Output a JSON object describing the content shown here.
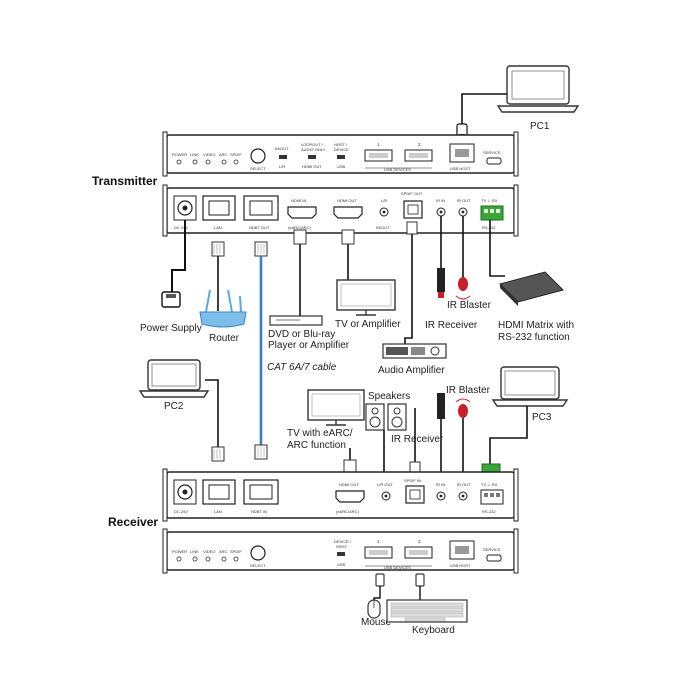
{
  "sections": {
    "transmitter": "Transmitter",
    "receiver": "Receiver"
  },
  "front_leds": [
    "POWER",
    "LINK",
    "VIDEO",
    "ARC",
    "SPDIF"
  ],
  "select": "SELECT",
  "tx_front": {
    "in_out": "IN/OUT",
    "lr": "L/R",
    "loopout": "LOOPOUT /",
    "audio_only": "AUDIO ONLY",
    "hdmi_out": "HDMI OUT",
    "host_device": "HOST /",
    "device": "DEVICE",
    "usb": "USB",
    "usb_devices": "USB DEVICES",
    "usb_host": "USB HOST",
    "service": "SERVICE",
    "port_1": "1",
    "port_2": "2"
  },
  "tx_rear": {
    "dc": "DC 24V",
    "lan": "LAN",
    "hdbt_out": "HDBT OUT",
    "hdmi_in": "HDMI IN",
    "earc": "(eARC/ARC)",
    "hdmi_out": "HDMI OUT",
    "lr": "L/R",
    "in_out": "IN/OUT",
    "spdif_out": "SPDIF OUT",
    "ir_in": "IR IN",
    "ir_out": "IR OUT",
    "tx_rx": "TX ⊥ RX",
    "rs232": "RS-232"
  },
  "rx_rear": {
    "dc": "DC 24V",
    "lan": "LAN",
    "hdbt_in": "HDBT IN",
    "hdmi_out": "HDMI OUT",
    "earc": "(eARC/ARC)",
    "lr_out": "L/R OUT",
    "spdif_in": "SPDIF IN",
    "ir_in": "IR IN",
    "ir_out": "IR OUT",
    "tx_rx": "TX ⊥ RX",
    "rs232": "RS-232"
  },
  "rx_front": {
    "device_host": "DEVICE /",
    "host": "HOST",
    "usb": "USB",
    "usb_devices": "USB DEVICES",
    "usb_host": "USB HOST",
    "service": "SERVICE",
    "port_1": "1",
    "port_2": "2"
  },
  "devices": {
    "pc1": "PC1",
    "pc2": "PC2",
    "pc3": "PC3",
    "power_supply": "Power Supply",
    "router": "Router",
    "dvd_line1": "DVD or Blu-ray",
    "dvd_line2": "Player or Amplifier",
    "tv_amp": "TV or Amplifier",
    "ir_receiver_tx": "IR Receiver",
    "ir_blaster_tx": "IR Blaster",
    "hdmi_matrix_line1": "HDMI Matrix with",
    "hdmi_matrix_line2": "RS-232 function",
    "audio_amp": "Audio Amplifier",
    "cable": "CAT 6A/7 cable",
    "speakers": "Speakers",
    "tv_earc_line1": "TV with eARC/",
    "tv_earc_line2": "ARC function",
    "ir_receiver_rx": "IR Receiver",
    "ir_blaster_rx": "IR Blaster",
    "mouse": "Mouse",
    "keyboard": "Keyboard"
  },
  "colors": {
    "cat_cable": "#3a7fc1",
    "router": "#5aa8e0",
    "ir_red": "#c8202a",
    "terminal_green": "#3aa63a",
    "device_outline": "#333333"
  }
}
